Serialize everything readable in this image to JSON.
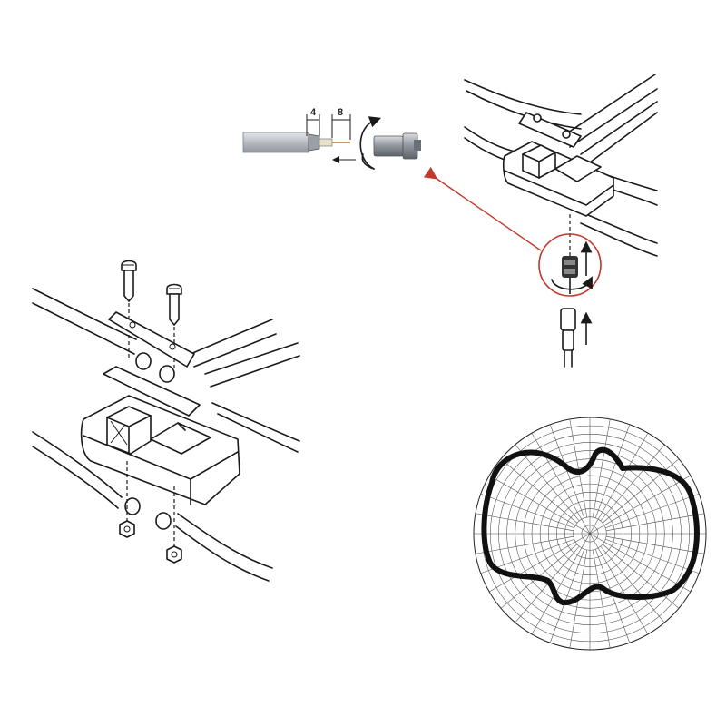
{
  "diagram": {
    "dimension_labels": {
      "strip_a": "4",
      "strip_b": "8"
    },
    "colors": {
      "line": "#1a1a1a",
      "callout": "#c0392b",
      "cable": "#b8bcc2",
      "connector": "#8e949c",
      "pattern": "#111111",
      "grid": "#4a4a4a"
    },
    "polar_pattern": {
      "grid_rings": 14,
      "grid_spokes": 36
    },
    "icons": [
      "screw-icon",
      "nut-icon",
      "rotate-arrow-icon",
      "up-arrow-icon"
    ]
  }
}
